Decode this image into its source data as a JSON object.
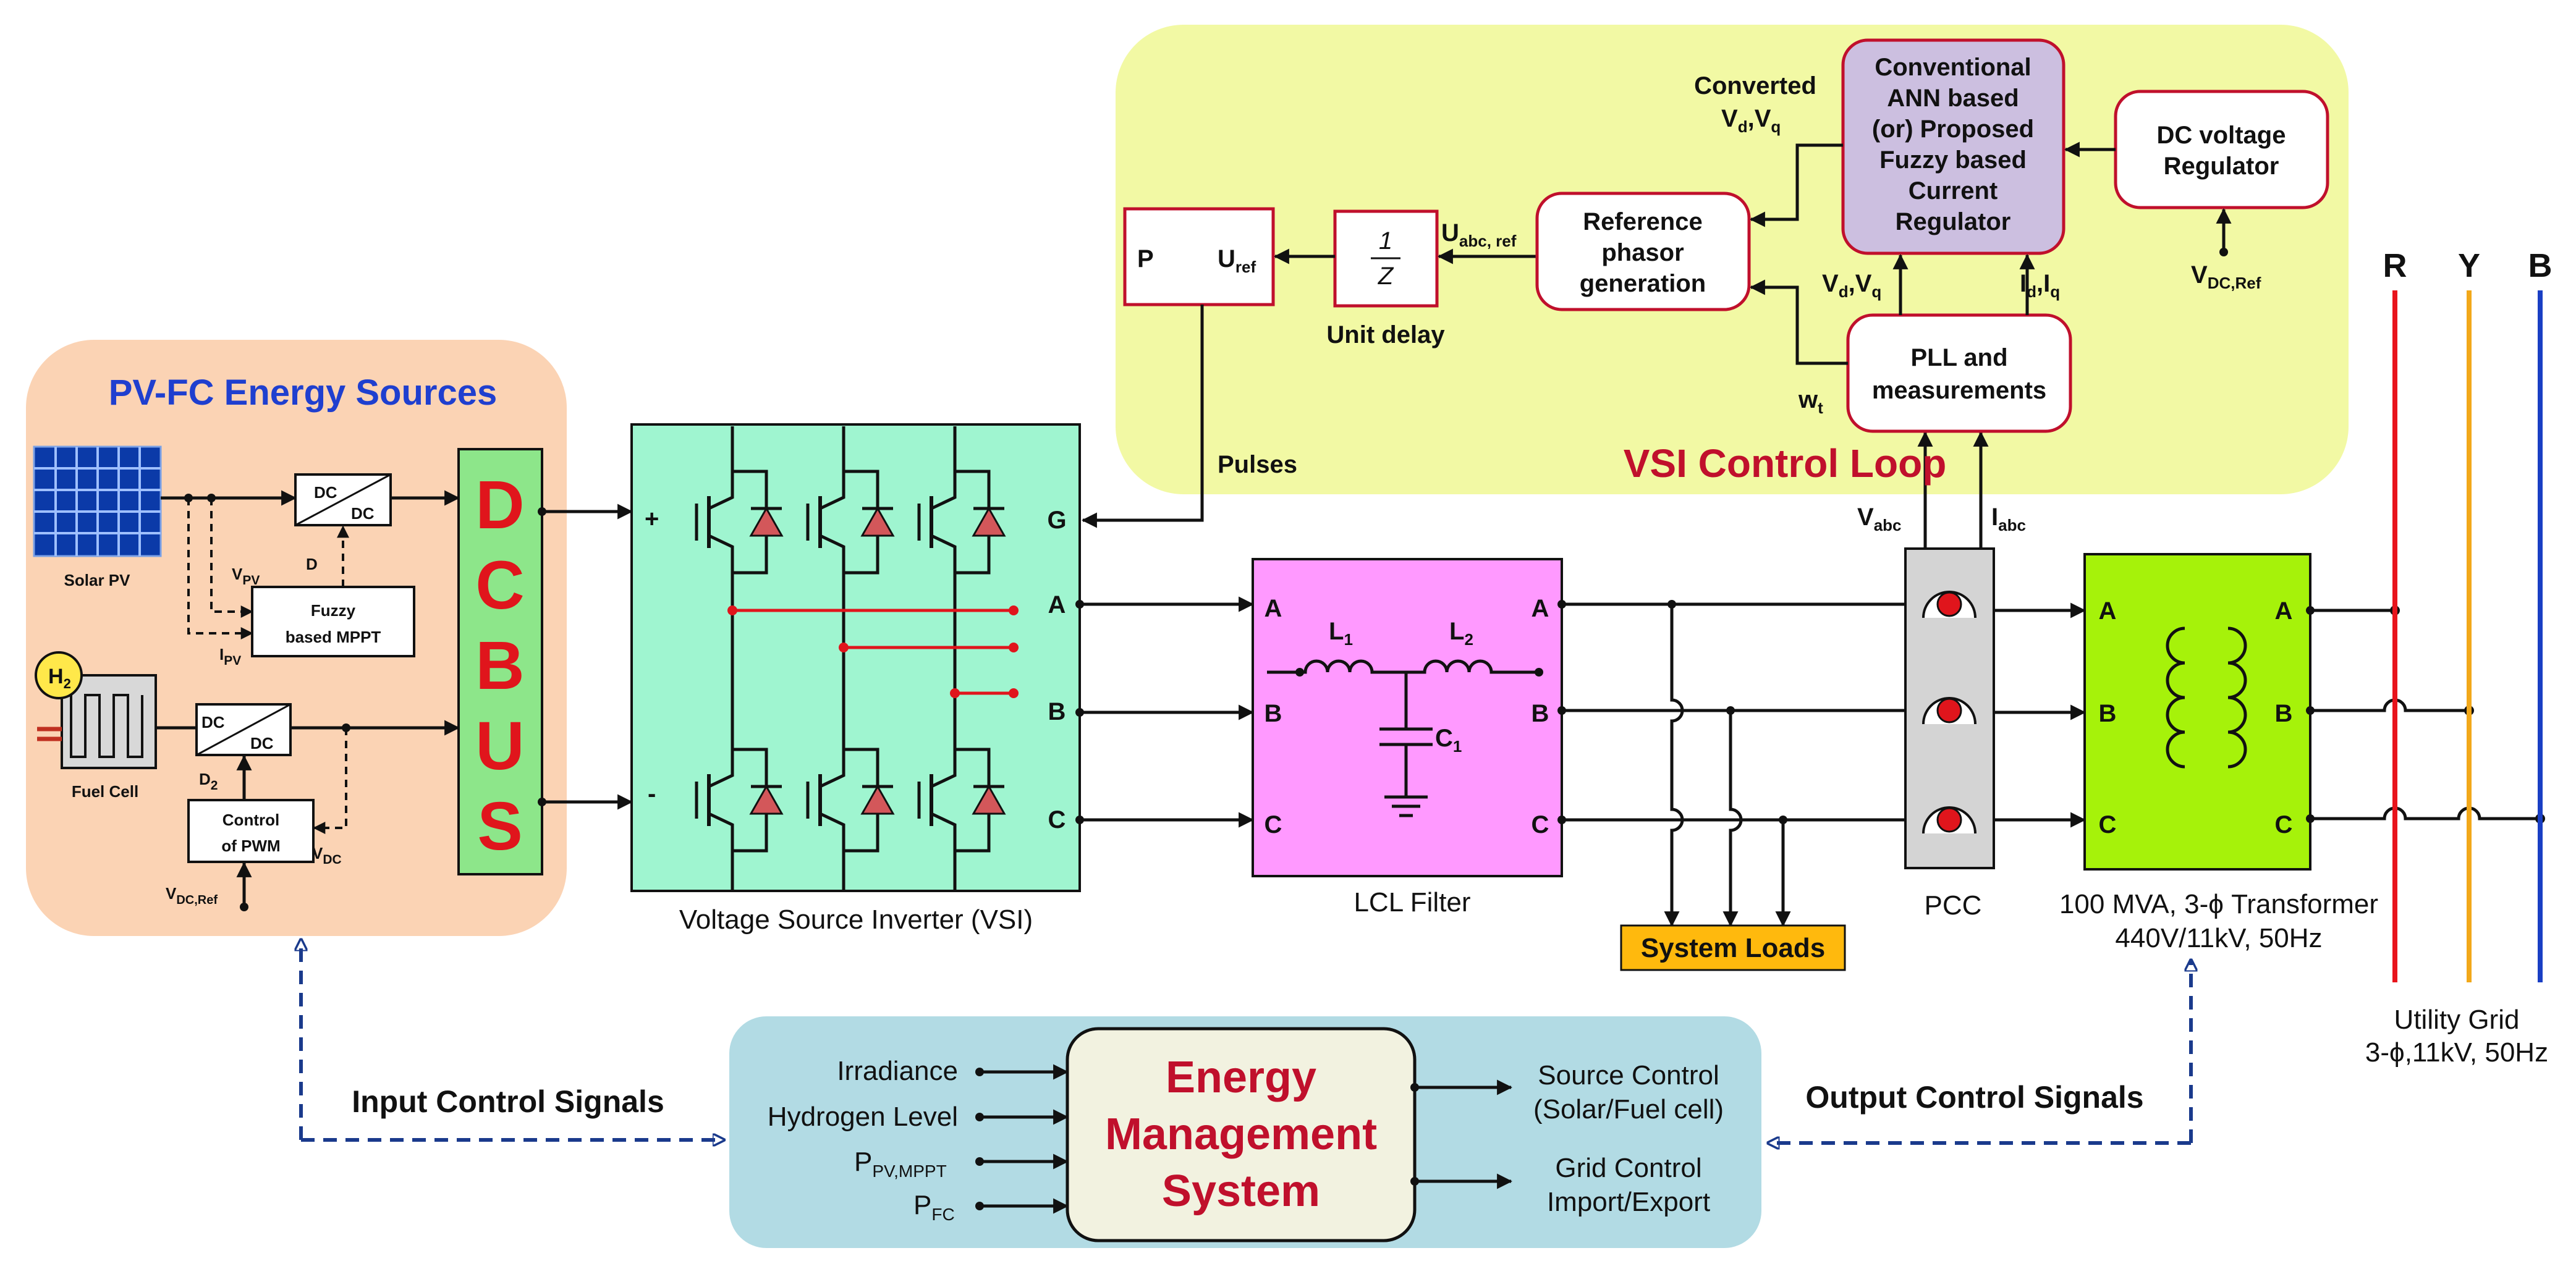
{
  "pv_fc": {
    "title": "PV-FC Energy Sources",
    "solar_label": "Solar PV",
    "fuelcell_label": "Fuel Cell",
    "h2_label": "H",
    "h2_sub": "2",
    "dcdc1_top": "DC",
    "dcdc1_bottom": "DC",
    "dcdc2_top": "DC",
    "dcdc2_bottom": "DC",
    "mppt_line1": "Fuzzy",
    "mppt_line2": "based MPPT",
    "pwm_line1": "Control",
    "pwm_line2": "of PWM",
    "vpv": "V",
    "vpv_sub": "PV",
    "ipv": "I",
    "ipv_sub": "PV",
    "d": "D",
    "d2": "D",
    "d2_sub": "2",
    "vdc": "V",
    "vdc_sub": "DC",
    "vdcref": "V",
    "vdcref_sub": "DC,Ref",
    "dcbus_letters": [
      "D",
      "C",
      "B",
      "U",
      "S"
    ]
  },
  "vsi": {
    "caption": "Voltage Source Inverter (VSI)",
    "plus": "+",
    "minus": "-",
    "port_g": "G",
    "port_a": "A",
    "port_b": "B",
    "port_c": "C"
  },
  "lcl": {
    "caption": "LCL Filter",
    "l1": "L",
    "l1_sub": "1",
    "l2": "L",
    "l2_sub": "2",
    "c1": "C",
    "c1_sub": "1",
    "in_a": "A",
    "in_b": "B",
    "in_c": "C",
    "out_a": "A",
    "out_b": "B",
    "out_c": "C"
  },
  "loads": {
    "label": "System Loads"
  },
  "pcc": {
    "label": "PCC",
    "vabc": "V",
    "vabc_sub": "abc",
    "iabc": "I",
    "iabc_sub": "abc"
  },
  "transformer": {
    "caption_line1": "100 MVA, 3-ϕ Transformer",
    "caption_line2": "440V/11kV, 50Hz",
    "in_a": "A",
    "in_b": "B",
    "in_c": "C",
    "out_a": "A",
    "out_b": "B",
    "out_c": "C"
  },
  "grid": {
    "r": "R",
    "y": "Y",
    "b": "B",
    "caption_line1": "Utility Grid",
    "caption_line2": "3-ϕ,11kV, 50Hz",
    "colors": {
      "r": "#e8141c",
      "y": "#f2a81a",
      "b": "#1a3fc4"
    }
  },
  "control_loop": {
    "title": "VSI Control Loop",
    "pulses": "Pulses",
    "p_block_p": "P",
    "p_block_u": "U",
    "p_block_u_sub": "ref",
    "unit_delay_num": "1",
    "unit_delay_den": "Z",
    "unit_delay_caption": "Unit delay",
    "uabc_ref": "U",
    "uabc_ref_sub": "abc, ref",
    "ref_phasor_lines": [
      "Reference",
      "phasor",
      "generation"
    ],
    "converted_line1": "Converted",
    "converted_vd": "V",
    "converted_vd_sub": "d",
    "converted_vq": "V",
    "converted_vq_sub": "q",
    "regulator_lines": [
      "Conventional",
      "ANN based",
      "(or) Proposed",
      "Fuzzy based",
      "Current",
      "Regulator"
    ],
    "dc_reg_lines": [
      "DC voltage",
      "Regulator"
    ],
    "vdc_ref": "V",
    "vdc_ref_sub": "DC,Ref",
    "vdvq_vd": "V",
    "vdvq_vd_sub": "d",
    "vdvq_vq": "V",
    "vdvq_vq_sub": "q",
    "idiq_id": "I",
    "idiq_id_sub": "d",
    "idiq_iq": "I",
    "idiq_iq_sub": "q",
    "pll_lines": [
      "PLL and",
      "measurements"
    ],
    "wt": "w",
    "wt_sub": "t"
  },
  "ems": {
    "title_lines": [
      "Energy",
      "Management",
      "System"
    ],
    "inputs": [
      "Irradiance",
      "Hydrogen Level"
    ],
    "ppv": "P",
    "ppv_sub": "PV,MPPT",
    "pfc": "P",
    "pfc_sub": "FC",
    "out1_lines": [
      "Source Control",
      "(Solar/Fuel cell)"
    ],
    "out2_lines": [
      "Grid Control",
      "Import/Export"
    ],
    "input_signals": "Input Control Signals",
    "output_signals": "Output Control Signals"
  },
  "colors": {
    "pvfc_bg": "#fbd3b4",
    "control_bg": "#f2f9a4",
    "ems_bg": "#b2dbe4",
    "vsi_bg": "#9ff5d0",
    "lcl_bg": "#ff99ff",
    "dcbus_bg": "#8de68a",
    "dcbus_text": "#e0151c",
    "transformer_bg": "#a6f20a",
    "pcc_bg": "#d4d4d4",
    "loads_bg": "#ffb90d",
    "regulator_bg": "#ccbfe0",
    "accent_red": "#c0102c",
    "title_blue": "#1f3fcf",
    "signal_blue": "#1a3a8c"
  }
}
